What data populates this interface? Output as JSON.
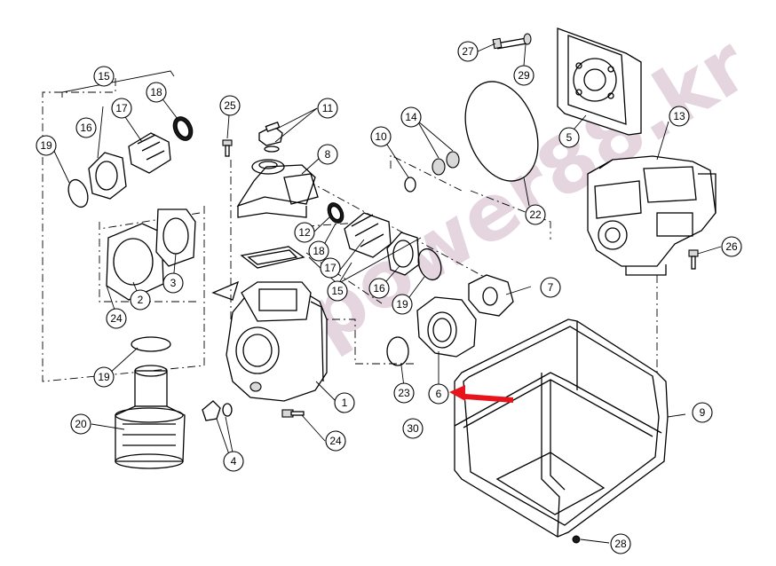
{
  "diagram": {
    "watermark": "power88.kr",
    "callouts": [
      {
        "id": "c1",
        "label": "1"
      },
      {
        "id": "c2",
        "label": "2"
      },
      {
        "id": "c3",
        "label": "3"
      },
      {
        "id": "c4",
        "label": "4"
      },
      {
        "id": "c5",
        "label": "5"
      },
      {
        "id": "c6",
        "label": "6"
      },
      {
        "id": "c7",
        "label": "7"
      },
      {
        "id": "c8",
        "label": "8"
      },
      {
        "id": "c9",
        "label": "9"
      },
      {
        "id": "c10",
        "label": "10"
      },
      {
        "id": "c11",
        "label": "11"
      },
      {
        "id": "c12",
        "label": "12"
      },
      {
        "id": "c13",
        "label": "13"
      },
      {
        "id": "c14",
        "label": "14"
      },
      {
        "id": "c15a",
        "label": "15"
      },
      {
        "id": "c15b",
        "label": "15"
      },
      {
        "id": "c16a",
        "label": "16"
      },
      {
        "id": "c16b",
        "label": "16"
      },
      {
        "id": "c17a",
        "label": "17"
      },
      {
        "id": "c17b",
        "label": "17"
      },
      {
        "id": "c18a",
        "label": "18"
      },
      {
        "id": "c18b",
        "label": "18"
      },
      {
        "id": "c19a",
        "label": "19"
      },
      {
        "id": "c19b",
        "label": "19"
      },
      {
        "id": "c19c",
        "label": "19"
      },
      {
        "id": "c20",
        "label": "20"
      },
      {
        "id": "c22",
        "label": "22"
      },
      {
        "id": "c23",
        "label": "23"
      },
      {
        "id": "c24a",
        "label": "24"
      },
      {
        "id": "c24b",
        "label": "24"
      },
      {
        "id": "c25",
        "label": "25"
      },
      {
        "id": "c26",
        "label": "26"
      },
      {
        "id": "c27",
        "label": "27"
      },
      {
        "id": "c28",
        "label": "28"
      },
      {
        "id": "c29",
        "label": "29"
      },
      {
        "id": "c30",
        "label": "30"
      }
    ],
    "highlight_color": "#e8141b",
    "highlight_target": "6"
  }
}
